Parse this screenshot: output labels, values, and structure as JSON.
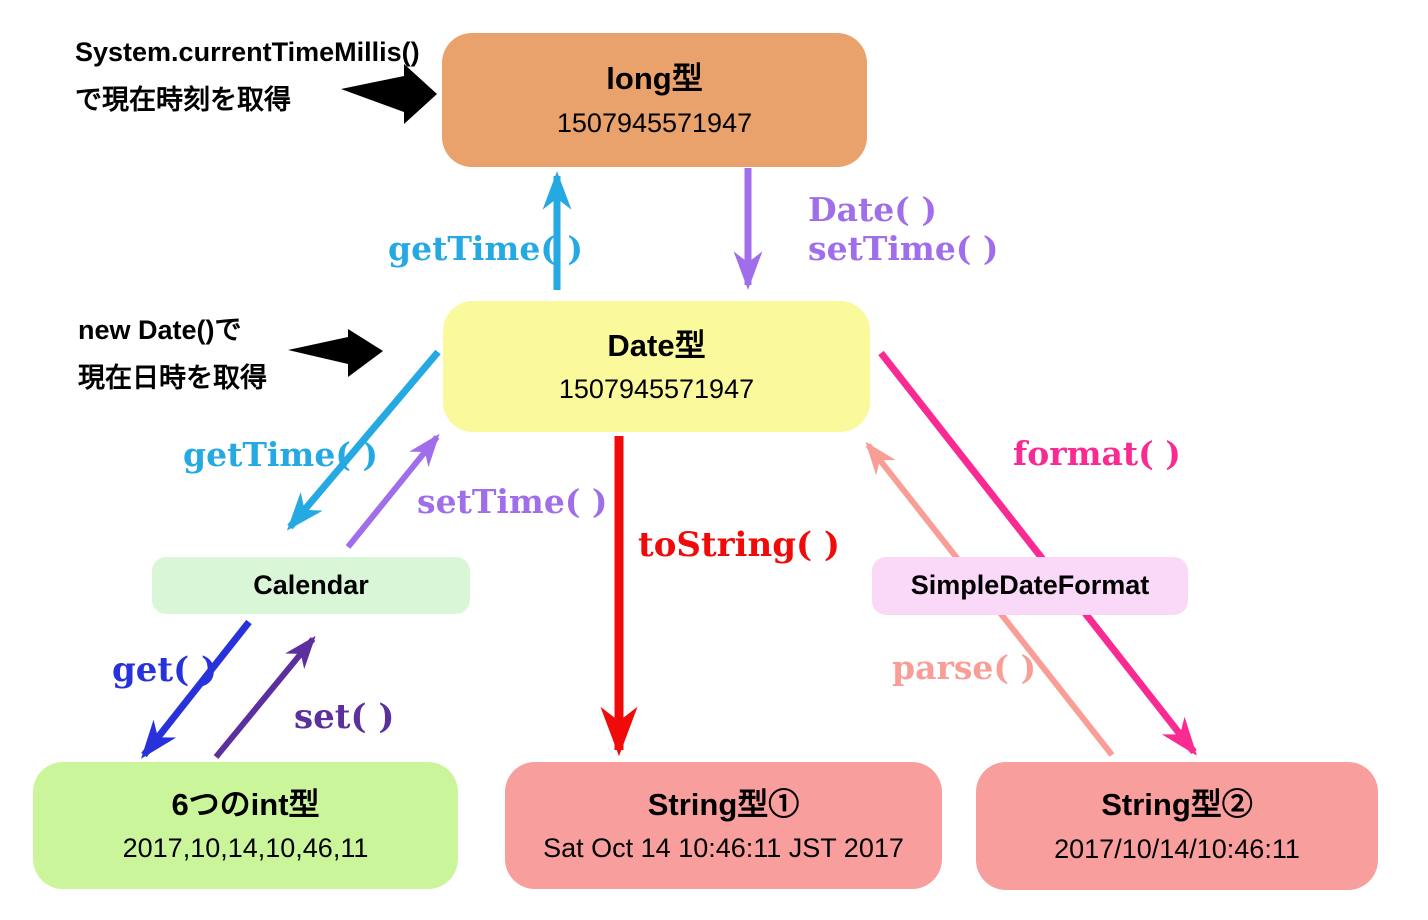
{
  "annotations": {
    "current_millis": {
      "line1": "System.currentTimeMillis()",
      "line2": "で現在時刻を取得"
    },
    "new_date": {
      "line1": "new Date()で",
      "line2": "現在日時を取得"
    }
  },
  "nodes": {
    "long_type": {
      "title": "long型",
      "value": "1507945571947",
      "fill": "#E9A26C"
    },
    "date_type": {
      "title": "Date型",
      "value": "1507945571947",
      "fill": "#FAF99C"
    },
    "calendar": {
      "title": "Calendar",
      "fill": "#D9F7D6"
    },
    "simple_date_format": {
      "title": "SimpleDateFormat",
      "fill": "#FAD8F8"
    },
    "six_int": {
      "title": "6つのint型",
      "value": "2017,10,14,10,46,11",
      "fill": "#CBF59B"
    },
    "string1": {
      "title": "String型①",
      "value": "Sat Oct 14 10:46:11 JST 2017",
      "fill": "#F89E9D"
    },
    "string2": {
      "title": "String型②",
      "value": "2017/10/14/10:46:11",
      "fill": "#F89E9D"
    }
  },
  "labels": {
    "gettime_long": {
      "text": "getTime( )"
    },
    "date_constructor": {
      "text": "Date( )"
    },
    "settime_long": {
      "text": "setTime( )"
    },
    "gettime_calendar": {
      "text": "getTime( )"
    },
    "settime_calendar": {
      "text": "setTime( )"
    },
    "tostring": {
      "text": "toString( )"
    },
    "format": {
      "text": "format( )"
    },
    "parse": {
      "text": "parse( )"
    },
    "get": {
      "text": "get( )"
    },
    "set": {
      "text": "set( )"
    }
  },
  "colors": {
    "cyan": "#24A9E2",
    "purple": "#A06EEA",
    "red": "#F10A0A",
    "magenta": "#F92B93",
    "salmon": "#F89E97",
    "blue": "#2832DA",
    "violet": "#5C2F9E",
    "black": "#000000"
  }
}
